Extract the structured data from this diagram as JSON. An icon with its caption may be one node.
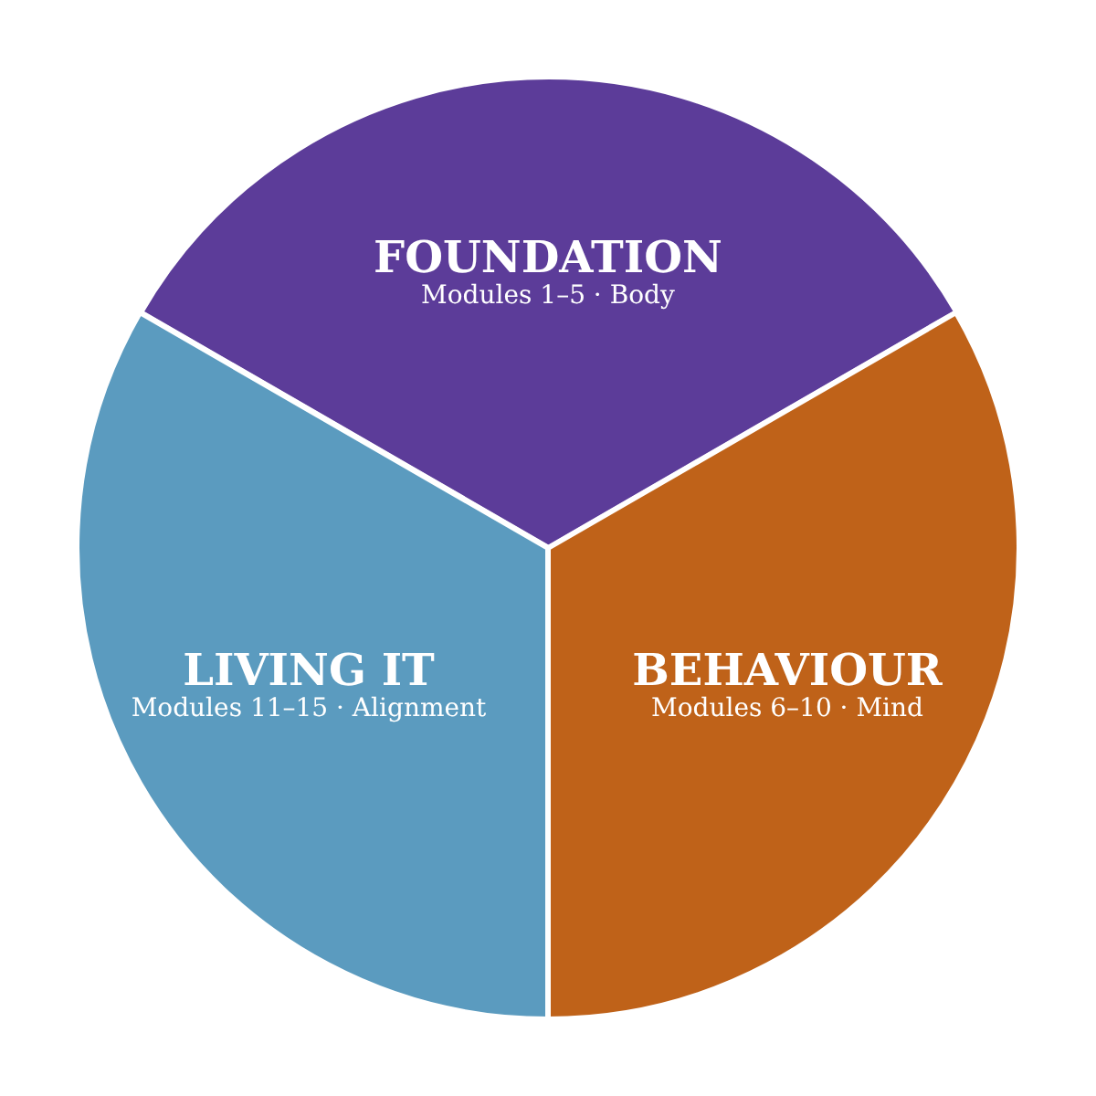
{
  "diagram": {
    "nodes": [
      {
        "text": [
          "FOUNDATION",
          "Modules 1–5 · Body"
        ]
      },
      {
        "text": [
          "BEHAVIOUR",
          "Modules 6–10 · Mind"
        ]
      },
      {
        "text": [
          "LIVING IT",
          "Modules 11–15 · Alignment"
        ]
      }
    ]
  }
}
